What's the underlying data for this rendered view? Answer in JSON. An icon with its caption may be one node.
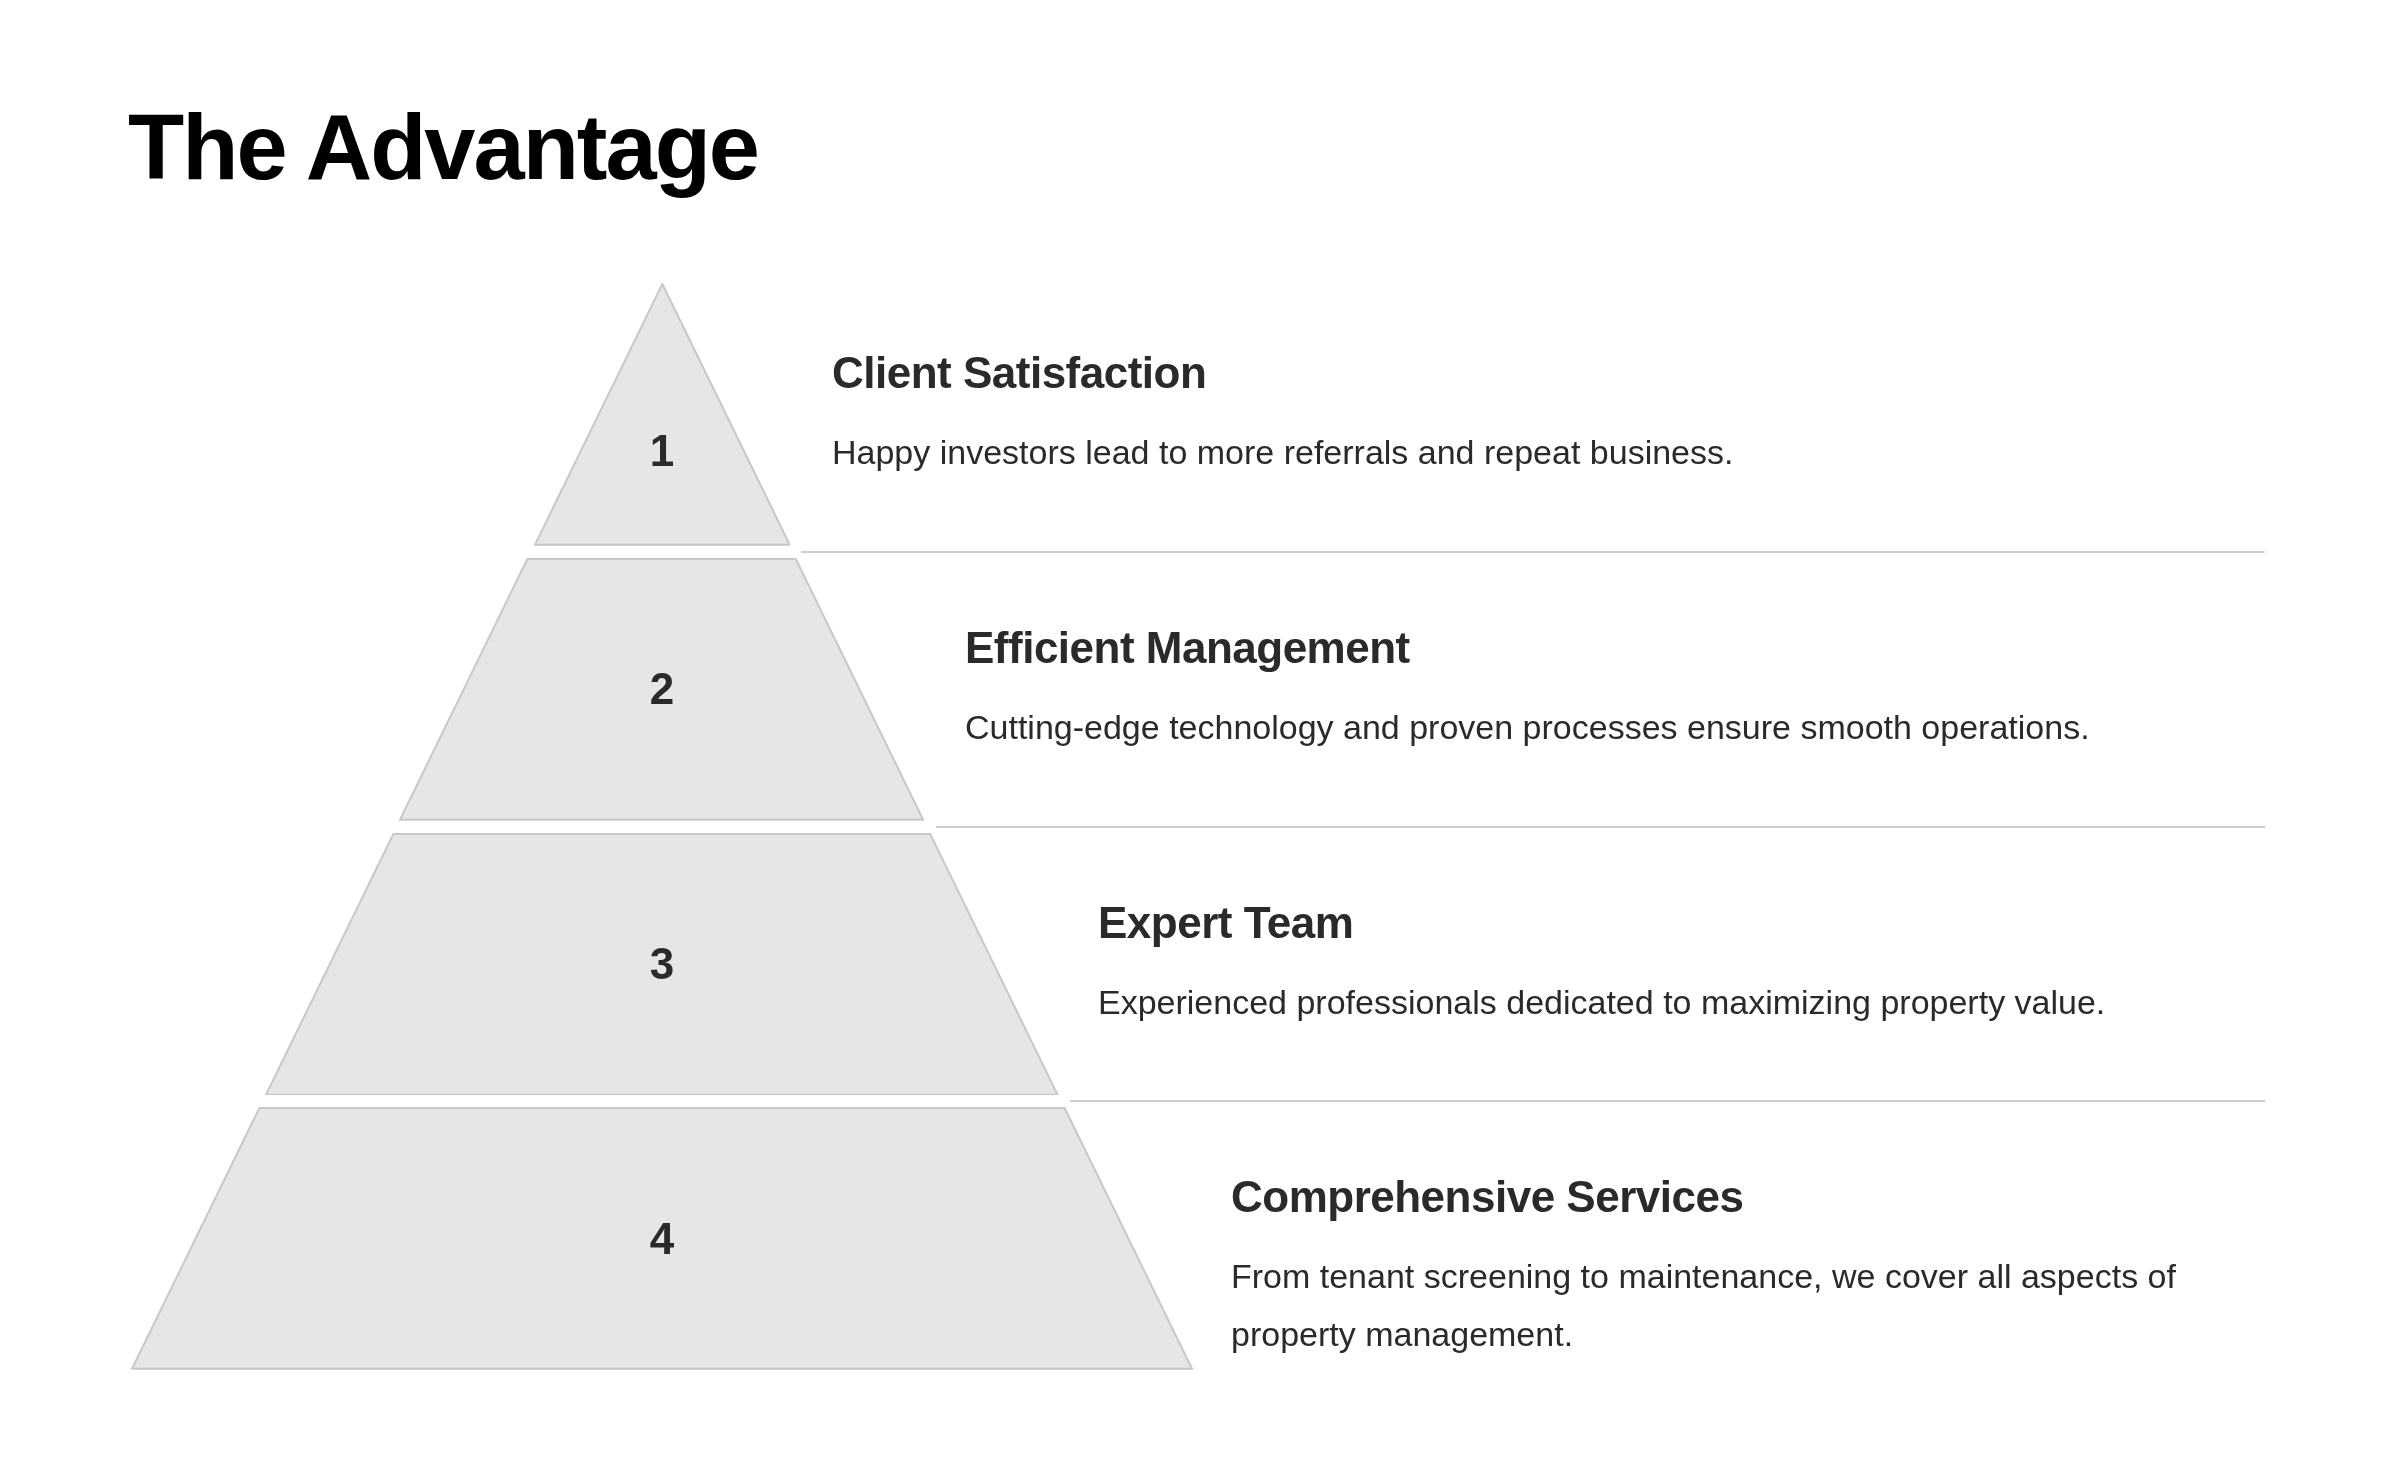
{
  "diagram": {
    "title": "The Advantage",
    "nodes": [
      {
        "text": [
          "1"
        ],
        "beside": [
          "Client Satisfaction",
          "Happy investors lead to more referrals and repeat business."
        ]
      },
      {
        "text": [
          "2"
        ],
        "beside": [
          "Efficient Management",
          "Cutting-edge technology and proven processes ensure smooth operations."
        ]
      },
      {
        "text": [
          "3"
        ],
        "beside": [
          "Expert Team",
          "Experienced professionals dedicated to maximizing property value."
        ]
      },
      {
        "text": [
          "4"
        ],
        "beside": [
          "Comprehensive Services",
          "From tenant screening to maintenance, we cover all aspects of property management."
        ]
      }
    ]
  }
}
